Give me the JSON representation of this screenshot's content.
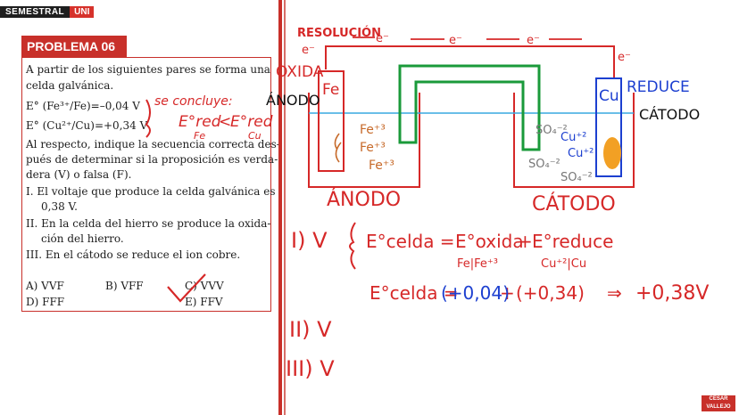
{
  "header": {
    "badge_left": "SEMESTRAL",
    "badge_right": "UNI"
  },
  "problem": {
    "title": "PROBLEMA 06",
    "intro_1": "A partir de los siguientes pares se forma una",
    "intro_2": "celda galvánica.",
    "pair_1": "E° (Fe³⁺/Fe)=–0,04 V",
    "pair_2": "E° (Cu²⁺/Cu)=+0,34 V",
    "q1": "Al respecto, indique la secuencia correcta des-",
    "q2": "pués de determinar si la proposición es verda-",
    "q3": "dera (V) o falsa (F).",
    "s1a": "I.   El voltaje que produce la celda galvánica es",
    "s1b": "0,38 V.",
    "s2a": "II.  En la celda del hierro se produce la oxida-",
    "s2b": "ción del hierro.",
    "s3": "III. En el cátodo se reduce el ion cobre.",
    "opt_a": "A) VVF",
    "opt_b": "B) VFF",
    "opt_c": "C) VVV",
    "opt_d": "D) FFF",
    "opt_e": "E) FFV"
  },
  "annotations": {
    "se_concluye": "se concluye:",
    "e_red_fe": "E°red",
    "fe_sub": "Fe",
    "lt": "<",
    "e_red_cu": "E°red",
    "cu_sub": "Cu"
  },
  "resolution": {
    "title": "RESOLUCIÓN",
    "e1": "e⁻",
    "e2": "e⁻",
    "e3": "e⁻",
    "e4": "e⁻",
    "e5": "e⁻",
    "oxida": "OXIDA",
    "anodo_side": "ÁNODO",
    "fe_electrode": "Fe",
    "cu_electrode": "Cu",
    "reduce": "REDUCE",
    "catodo_side": "CÁTODO",
    "fe3_1": "Fe⁺³",
    "fe3_2": "Fe⁺³",
    "fe3_3": "Fe⁺³",
    "so4_1": "SO₄⁻²",
    "so4_2": "SO₄⁻²",
    "so4_3": "SO₄⁻²",
    "cu2_1": "Cu⁺²",
    "cu2_2": "Cu⁺²",
    "anodo_label": "ÁNODO",
    "catodo_label": "CÁTODO",
    "line1_num": "I) V",
    "line1_lhs": "E°celda =",
    "line1_t1": "E°oxida",
    "line1_t1_sub": "Fe|Fe⁺³",
    "line1_plus": "+",
    "line1_t2": "E°reduce",
    "line1_t2_sub": "Cu⁺²|Cu",
    "line2_lhs": "E°celda =",
    "line2_a": "(+0,04)",
    "line2_plus": "+",
    "line2_b": "(+0,34)",
    "line2_arrow": "⇒",
    "line2_res": "+0,38V",
    "line3": "II) V",
    "line4": "III) V"
  },
  "colors": {
    "red": "#d62828",
    "green": "#1a9a3a",
    "blue": "#1c3fd0",
    "cyan": "#39a9e0",
    "orange": "#f2a024"
  }
}
